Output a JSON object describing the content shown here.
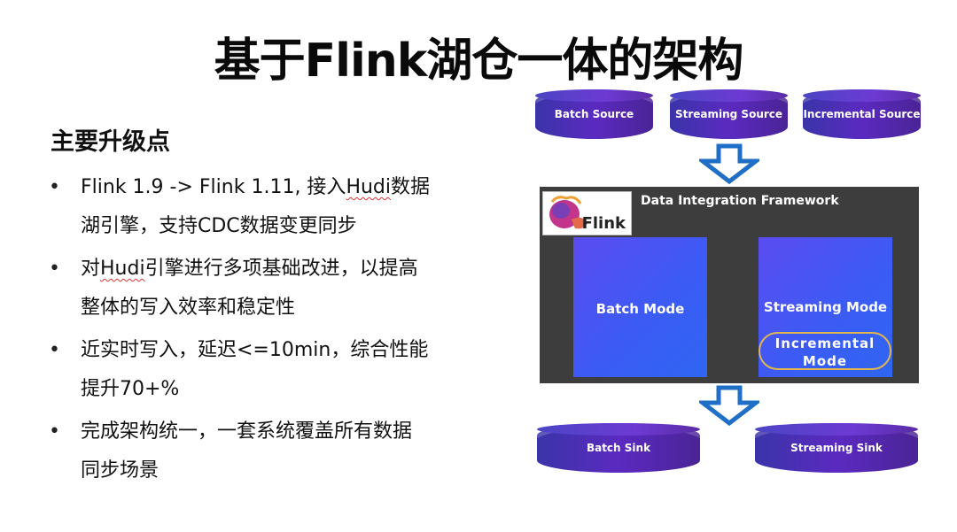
{
  "title": "基于Flink湖仓一体的架构",
  "subtitle": "主要升级点",
  "bullets": [
    {
      "marker": "•",
      "lines": [
        "Flink 1.9 -> Flink 1.11, 接入Hudi数据",
        "湖引擎，支持CDC数据变更同步"
      ]
    },
    {
      "marker": "•",
      "lines": [
        "对Hudi引擎进行多项基础改进，以提高",
        "整体的写入效率和稳定性"
      ]
    },
    {
      "marker": "•",
      "lines": [
        "近实时写入，延迟<=10min，综合性能",
        "提升70+%"
      ]
    },
    {
      "marker": "•",
      "lines": [
        "完成架构统一，一套系统覆盖所有数据",
        "同步场景"
      ]
    }
  ],
  "diagram": {
    "sources": [
      "Batch Source",
      "Streaming Source",
      "Incremental Source"
    ],
    "framework_title": "Data Integration Framework",
    "flink_logo_text": "Flink",
    "batch_mode": "Batch Mode",
    "streaming_mode": "Streaming Mode",
    "incremental_mode_lines": [
      "Incremental",
      "Mode"
    ],
    "sinks": [
      "Batch Sink",
      "Streaming Sink"
    ]
  },
  "colors": {
    "arrow": "#1f6fc7",
    "incremental_border": "#e0b64f",
    "framework_bg": "#3d3d3d"
  }
}
